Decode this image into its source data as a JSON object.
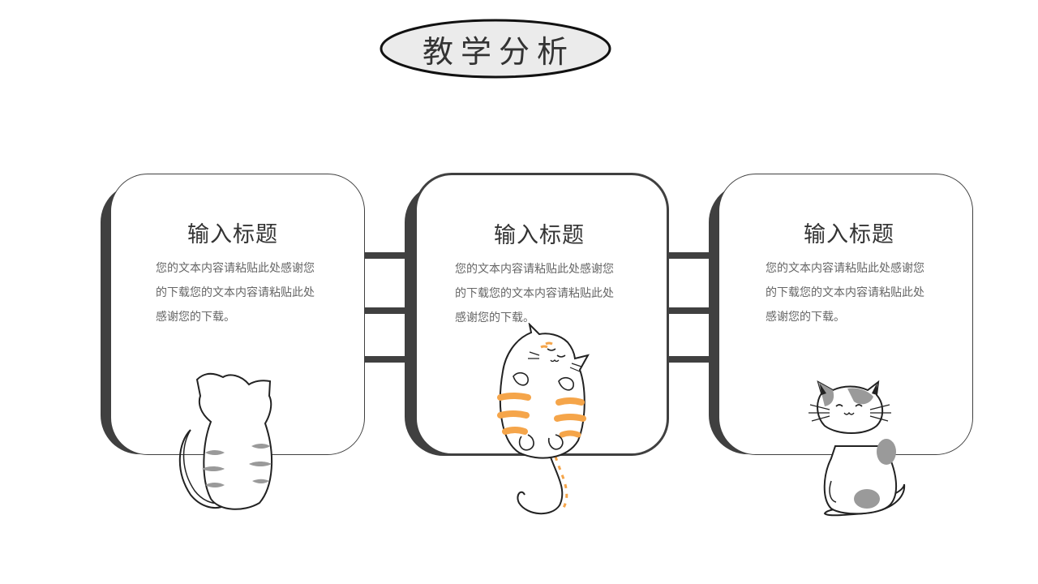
{
  "slide": {
    "title": "教学分析"
  },
  "cards": [
    {
      "title": "输入标题",
      "body": "您的文本内容请粘贴此处感谢您的下载您的文本内容请粘贴此处感谢您的下载。"
    },
    {
      "title": "输入标题",
      "body": "您的文本内容请粘贴此处感谢您的下载您的文本内容请粘贴此处感谢您的下载。"
    },
    {
      "title": "输入标题",
      "body": "您的文本内容请粘贴此处感谢您的下载您的文本内容请粘贴此处感谢您的下载。"
    }
  ],
  "colors": {
    "dark": "#404040",
    "title_fill": "#ebebeb",
    "orange": "#f5a54a",
    "gray_stripe": "#9a9a9a"
  }
}
